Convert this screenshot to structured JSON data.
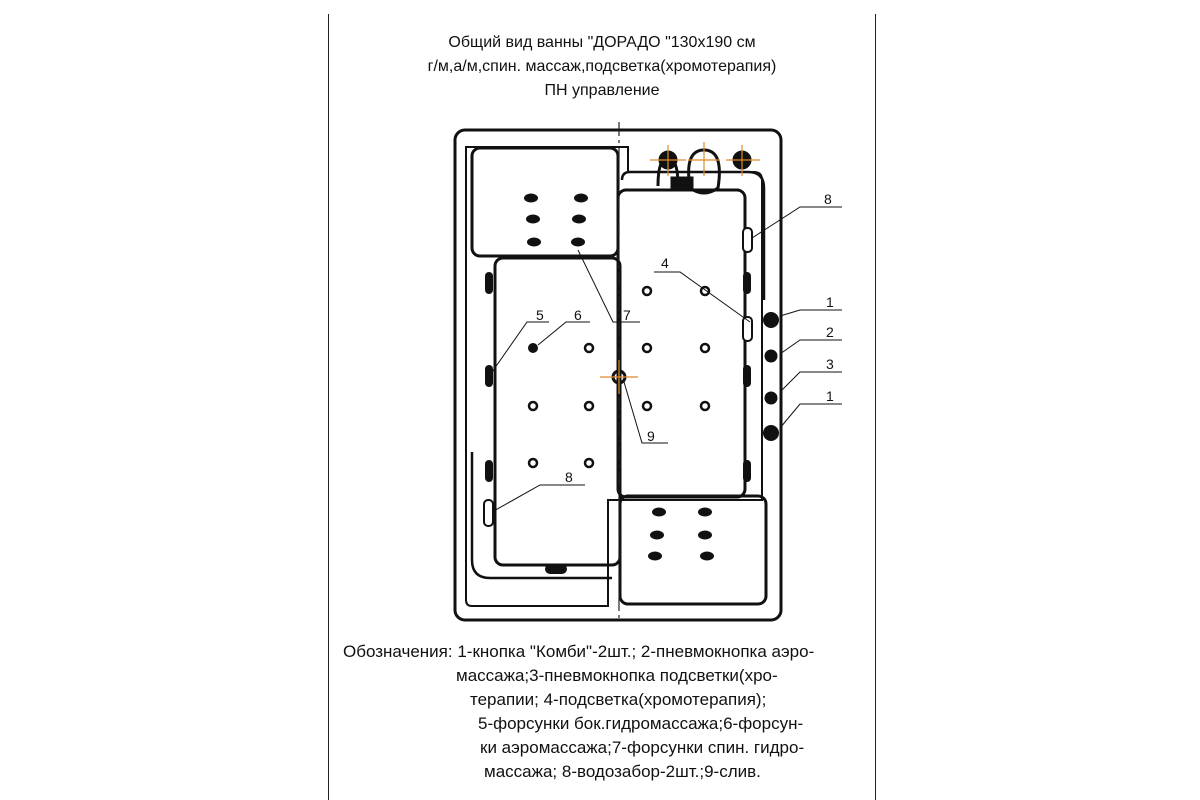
{
  "title": {
    "line1": "Общий вид ванны \"ДОРАДО \"130х190 см",
    "line2": "г/м,а/м,спин. массаж,подсветка(хромотерапия)",
    "line3": "ПН управление"
  },
  "callouts": {
    "c1a": "1",
    "c2": "2",
    "c3": "3",
    "c1b": "1",
    "c4": "4",
    "c5": "5",
    "c6": "6",
    "c7": "7",
    "c8a": "8",
    "c8b": "8",
    "c9": "9"
  },
  "legend": {
    "line1": "Обозначения: 1-кнопка \"Комби\"-2шт.; 2-пневмокнопка аэро-",
    "line2": "массажа;3-пневмокнопка подсветки(хро-",
    "line3": "терапии; 4-подсветка(хромотерапия);",
    "line4": "5-форсунки бок.гидромассажа;6-форсун-",
    "line5": "ки аэромассажа;7-форсунки спин. гидро-",
    "line6": "массажа; 8-водозабор-2шт.;9-слив."
  },
  "colors": {
    "line": "#111111",
    "centerline": "#222222",
    "crosshair": "#e08a2a"
  }
}
